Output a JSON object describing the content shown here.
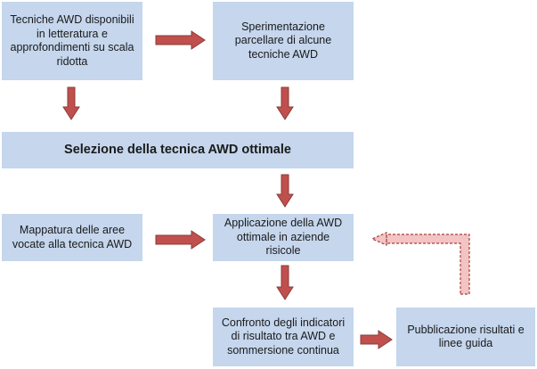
{
  "diagram": {
    "colors": {
      "box_fill": "#c5d6ed",
      "arrow_fill": "#c0504d",
      "arrow_stroke": "#8c3a38",
      "dashed_fill": "#f2c4c4",
      "dashed_stroke": "#a83d3a"
    },
    "nodes": [
      {
        "id": "tecniche-awd",
        "text": "Tecniche AWD disponibili\nin letteratura e\napprofondimenti su scala\nridotta"
      },
      {
        "id": "sperimentazione",
        "text": "Sperimentazione\nparcellare di alcune\ntecniche AWD"
      },
      {
        "id": "selezione",
        "text": "Selezione della tecnica AWD ottimale"
      },
      {
        "id": "mappatura",
        "text": "Mappatura delle aree\nvocate alla tecnica AWD"
      },
      {
        "id": "applicazione",
        "text": "Applicazione della AWD\nottimale in aziende\nrisicole"
      },
      {
        "id": "confronto",
        "text": "Confronto degli indicatori\ndi risultato tra AWD e\nsommersione continua"
      },
      {
        "id": "pubblicazione",
        "text": "Pubblicazione risultati e\nlinee guida"
      }
    ]
  }
}
